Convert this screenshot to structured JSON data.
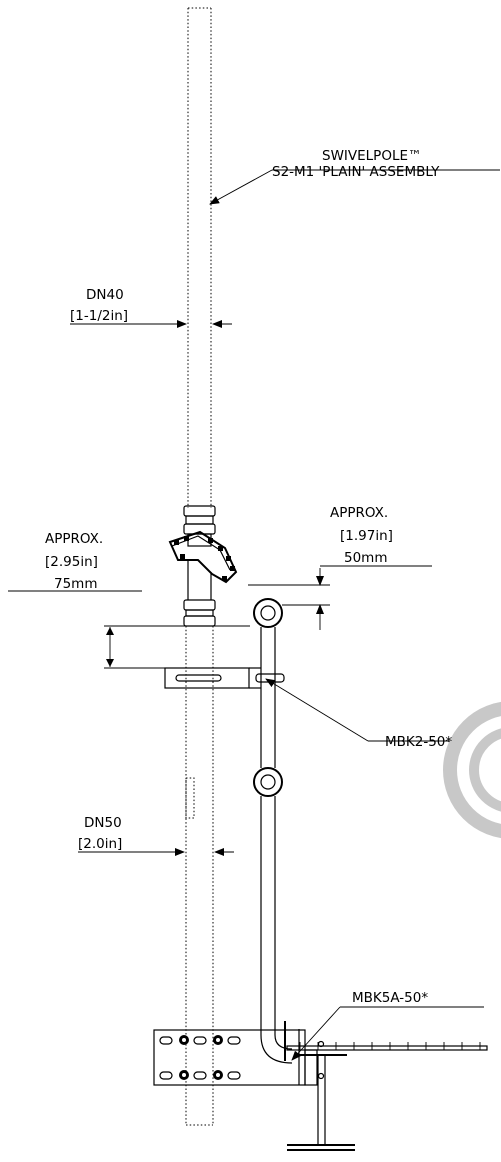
{
  "labels": {
    "assembly_line1": "SWIVELPOLE™",
    "assembly_line2": "S2-M1 'PLAIN' ASSEMBLY",
    "dn40": "DN40",
    "dn40_in": "[1-1/2in]",
    "approx_left": "APPROX.",
    "approx_left_in": "[2.95in]",
    "approx_left_mm": "75mm",
    "approx_right": "APPROX.",
    "approx_right_in": "[1.97in]",
    "approx_right_mm": "50mm",
    "mbk2": "MBK2-50*",
    "dn50": "DN50",
    "dn50_in": "[2.0in]",
    "mbk5a": "MBK5A-50*"
  },
  "colors": {
    "line": "#000000",
    "watermark": "#c8c8c8",
    "background": "#ffffff"
  }
}
